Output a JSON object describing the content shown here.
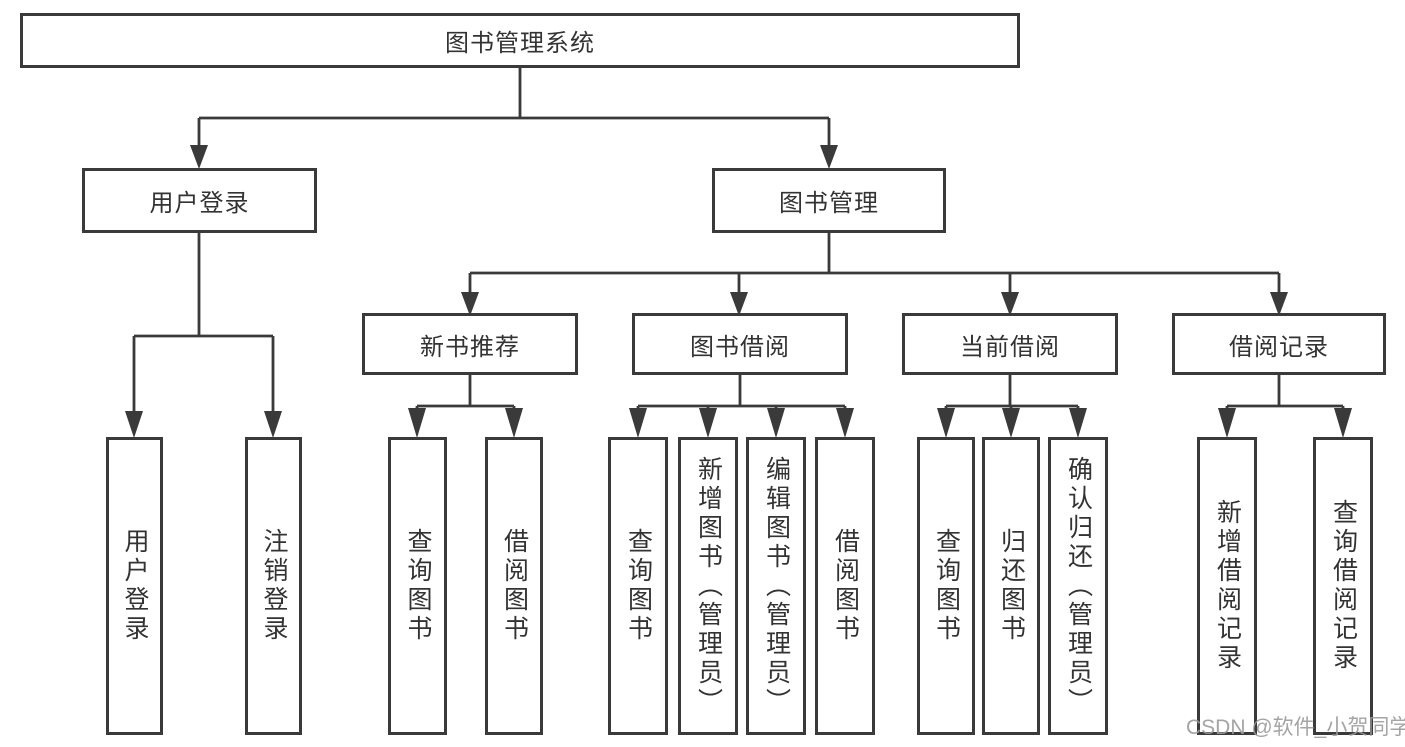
{
  "diagram": {
    "root": {
      "label": "图书管理系统",
      "children": [
        {
          "label": "用户登录",
          "children": [
            {
              "label": "用户登录"
            },
            {
              "label": "注销登录"
            }
          ]
        },
        {
          "label": "图书管理",
          "children": [
            {
              "label": "新书推荐",
              "children": [
                {
                  "label": "查询图书"
                },
                {
                  "label": "借阅图书"
                }
              ]
            },
            {
              "label": "图书借阅",
              "children": [
                {
                  "label": "查询图书"
                },
                {
                  "label": "新增图书（管理员）"
                },
                {
                  "label": "编辑图书（管理员）"
                },
                {
                  "label": "借阅图书"
                }
              ]
            },
            {
              "label": "当前借阅",
              "children": [
                {
                  "label": "查询图书"
                },
                {
                  "label": "归还图书"
                },
                {
                  "label": "确认归还（管理员）"
                }
              ]
            },
            {
              "label": "借阅记录",
              "children": [
                {
                  "label": "新增借阅记录"
                },
                {
                  "label": "查询借阅记录"
                }
              ]
            }
          ]
        }
      ]
    }
  },
  "watermark": {
    "text": "CSDN @软件_小贺同学"
  },
  "colors": {
    "line": "#3a3a3a",
    "box_border": "#3a3a3a",
    "text": "#333333",
    "background": "#ffffff",
    "watermark": "#9b9b9b"
  }
}
